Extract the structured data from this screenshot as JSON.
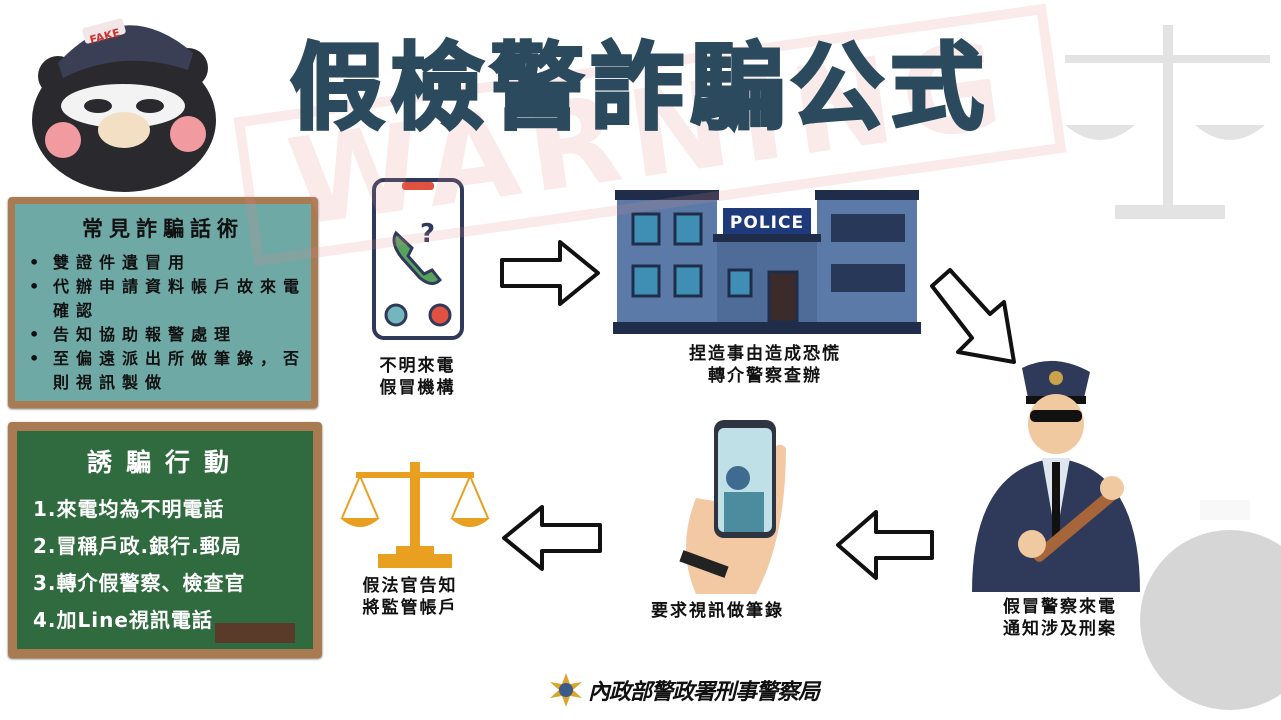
{
  "title": "假檢警詐騙公式",
  "watermark": "WARNING",
  "common_tactics": {
    "heading": "常見詐騙話術",
    "items": [
      "雙證件遺冒用",
      "代辦申請資料帳戶故來電確認",
      "告知協助報警處理",
      "至偏遠派出所做筆錄，否則視訊製做"
    ]
  },
  "lure_actions": {
    "heading": "誘騙行動",
    "items": [
      "1.來電均為不明電話",
      "2.冒稱戶政.銀行.郵局",
      "3.轉介假警察、檢查官",
      "4.加Line視訊電話"
    ]
  },
  "steps": [
    {
      "line1": "不明來電",
      "line2": "假冒機構",
      "icon": "phone-call-icon"
    },
    {
      "line1": "捏造事由造成恐慌",
      "line2": "轉介警察查辦",
      "icon": "police-station-icon",
      "sign": "POLICE"
    },
    {
      "line1": "假冒警察來電",
      "line2": "通知涉及刑案",
      "icon": "fake-police-officer-icon"
    },
    {
      "line1": "要求視訊做筆錄",
      "line2": "",
      "icon": "video-call-phone-icon"
    },
    {
      "line1": "假法官告知",
      "line2": "將監管帳戶",
      "icon": "justice-scales-icon"
    }
  ],
  "mascot_cap": "FAKE",
  "logo": {
    "text": "內政部警政署刑事警察局"
  },
  "colors": {
    "title": "#2b4a5e",
    "board_teal": "#6fa9a5",
    "board_green": "#2f6b3e",
    "frame": "#a87b52",
    "navy": "#2f3a5a"
  }
}
